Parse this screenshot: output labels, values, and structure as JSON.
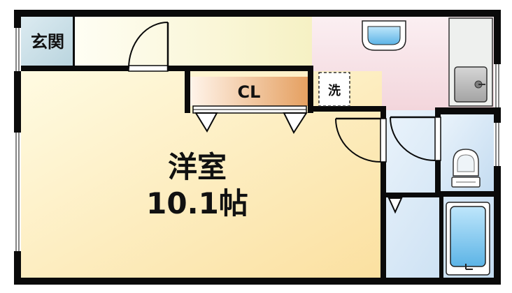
{
  "rooms": {
    "entrance": "玄関",
    "closet": "CL",
    "laundry": "洗",
    "western_room_name": "洋室",
    "western_room_size": "10.1帖"
  },
  "colors": {
    "wall": "#0a0a0a",
    "entrance_tile": "#c7dde6",
    "hall": "#f7f4cf",
    "kitchen": "#f6dde3",
    "room_warm": "#fbe2a6",
    "closet": "#e8a76a",
    "bath_blue": "#cfe3f5",
    "fixture_blue": "#66b7e6",
    "sink_gray": "#a9a9a9"
  }
}
